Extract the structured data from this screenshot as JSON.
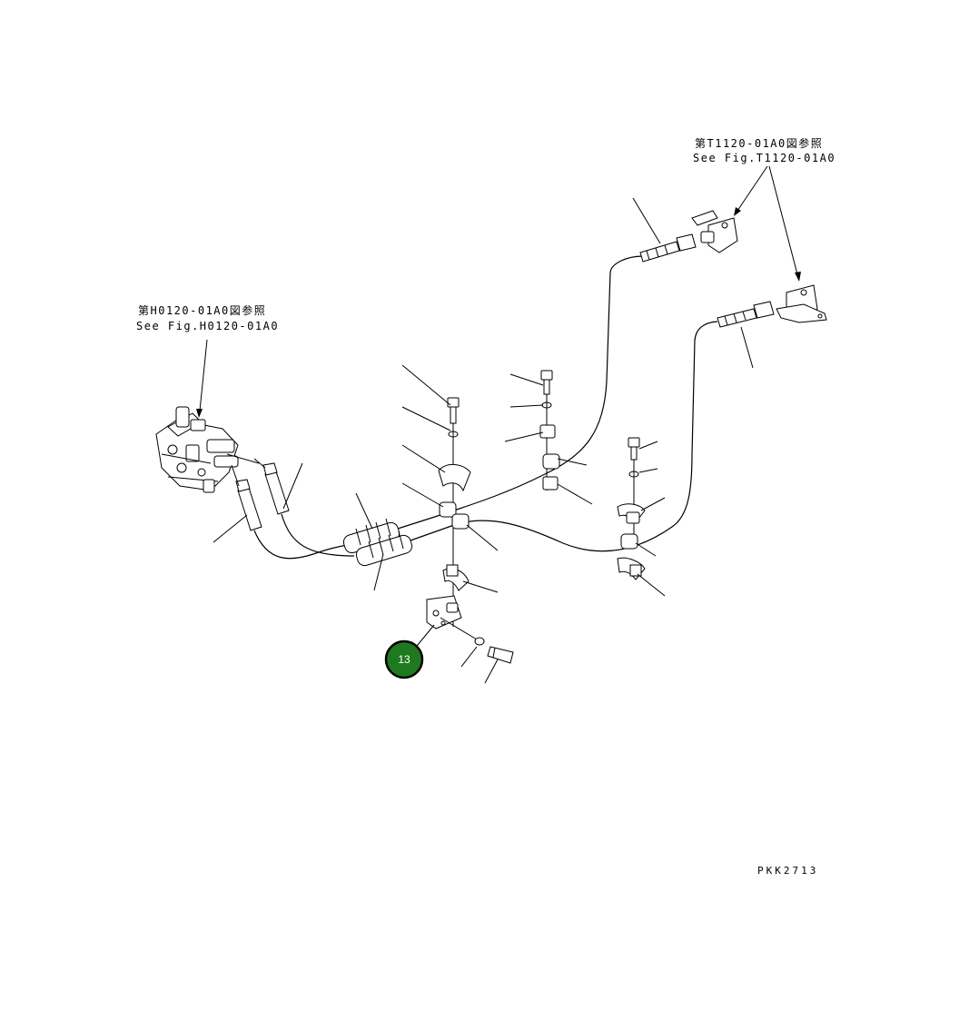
{
  "references": {
    "top_right": {
      "jp": "第T1120-01A0図参照",
      "en": "See Fig.T1120-01A0"
    },
    "left": {
      "jp": "第H0120-01A0図参照",
      "en": "See Fig.H0120-01A0"
    }
  },
  "callout": {
    "label": "13",
    "fill": "#1f7a1f"
  },
  "drawing_code": "PKK2713"
}
